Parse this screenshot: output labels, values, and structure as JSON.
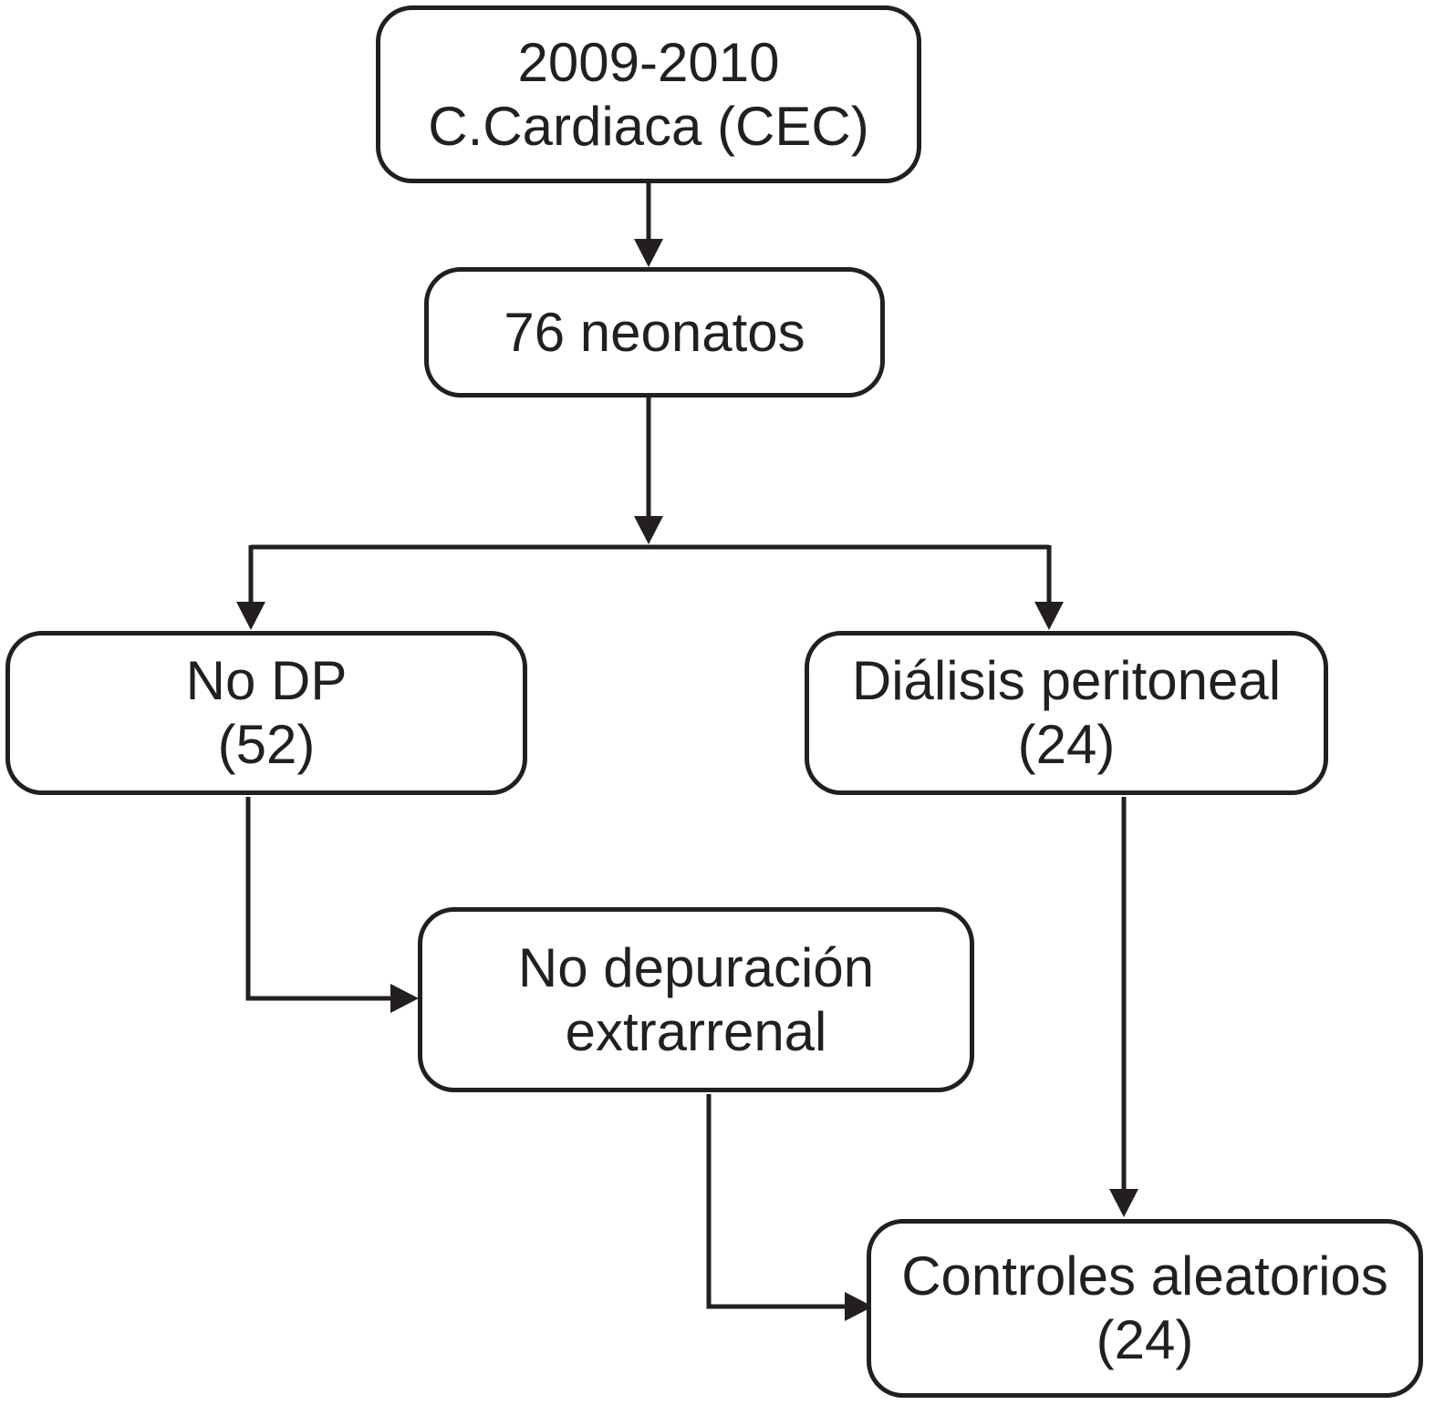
{
  "figure": {
    "type": "flowchart",
    "colors": {
      "line": "#231f20",
      "box_fill": "#ffffff",
      "background": "#ffffff"
    },
    "nodes": {
      "cohort": {
        "lines": [
          "2009-2010",
          "C.Cardiaca (CEC)"
        ]
      },
      "neonates": {
        "lines": [
          "76 neonatos"
        ]
      },
      "no_dp": {
        "lines": [
          "No DP",
          "(52)"
        ]
      },
      "peritoneal": {
        "lines": [
          "Diálisis peritoneal",
          "(24)"
        ]
      },
      "no_depuration": {
        "lines": [
          "No depuración",
          "extrarrenal"
        ]
      },
      "controls": {
        "lines": [
          "Controles aleatorios",
          "(24)"
        ]
      }
    },
    "edges": [
      {
        "from": "cohort",
        "to": "neonates"
      },
      {
        "from": "neonates",
        "to": "no_dp"
      },
      {
        "from": "neonates",
        "to": "peritoneal"
      },
      {
        "from": "no_dp",
        "to": "no_depuration"
      },
      {
        "from": "no_depuration",
        "to": "controls"
      },
      {
        "from": "peritoneal",
        "to": "controls"
      }
    ]
  }
}
